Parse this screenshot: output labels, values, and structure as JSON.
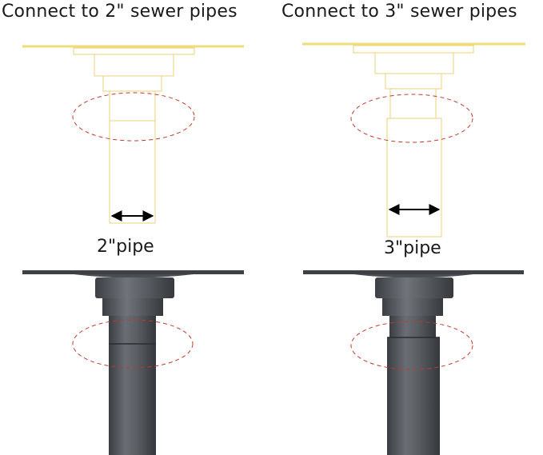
{
  "headings": {
    "left": "Connect to 2\" sewer pipes",
    "right": "Connect to 3\" sewer pipes"
  },
  "pipe_labels": {
    "left": "2\"pipe",
    "right": "3\"pipe"
  },
  "colors": {
    "outline_yellow": "#e8d27a",
    "flange_yellow": "#f0dc7a",
    "dashed_red": "#c0392b",
    "pipe_dark": "#4a4d52",
    "pipe_mid": "#5b5f65",
    "arrow": "#000000"
  }
}
